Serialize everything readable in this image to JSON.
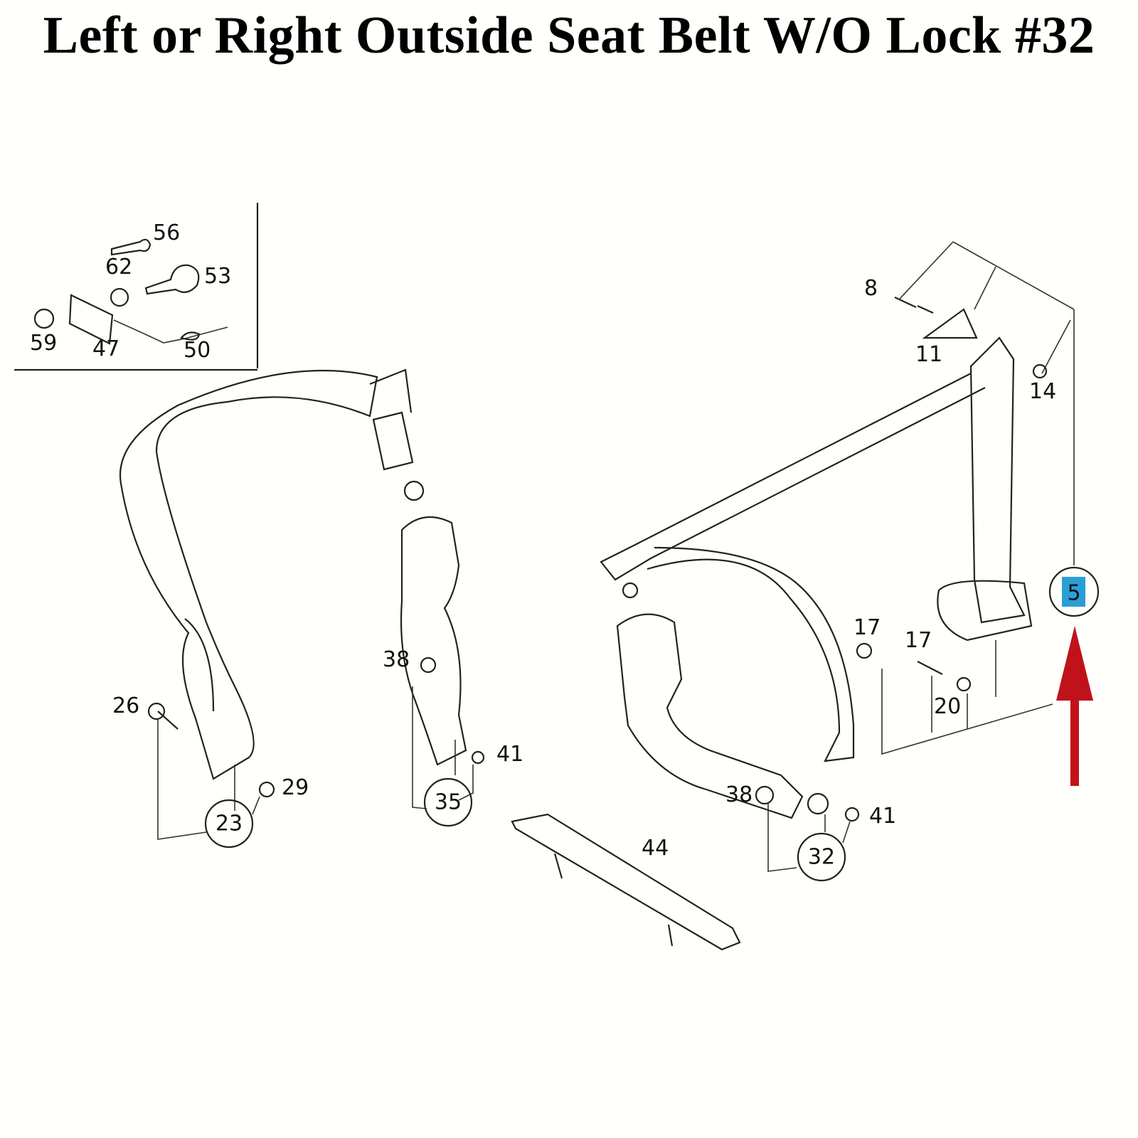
{
  "title": "Left or Right Outside Seat Belt W/O Lock #32",
  "inset_labels": [
    "56",
    "62",
    "53",
    "59",
    "47",
    "50"
  ],
  "part_labels": [
    "8",
    "11",
    "14",
    "17",
    "17",
    "20",
    "26",
    "29",
    "38",
    "41",
    "38",
    "41",
    "44"
  ],
  "circled_labels": [
    "23",
    "35",
    "32"
  ],
  "highlighted_callout": {
    "label": "5",
    "highlight_color": "#2a9fd6"
  },
  "arrow_color": "#c0121a"
}
